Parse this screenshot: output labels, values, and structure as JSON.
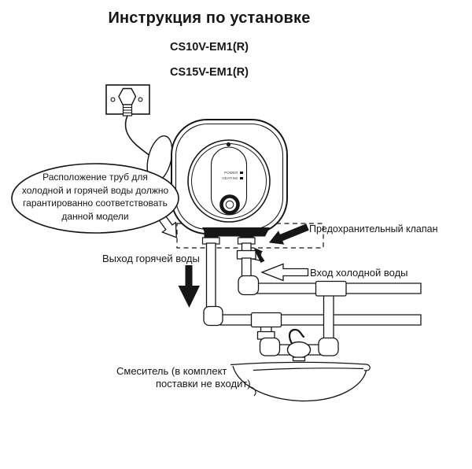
{
  "document": {
    "title": "Инструкция по установке",
    "models": [
      "CS10V-EM1(R)",
      "CS15V-EM1(R)"
    ]
  },
  "callout": {
    "lines": [
      "Расположение труб для",
      "холодной и горячей воды должно",
      "гарантированно соответствовать",
      "данной модели"
    ]
  },
  "device_panel": {
    "indicators": [
      {
        "label": "POWER"
      },
      {
        "label": "HEATING"
      }
    ]
  },
  "labels": {
    "hot_water_outlet": "Выход горячей воды",
    "safety_valve": "Предохранительный клапан",
    "cold_water_inlet": "Вход холодной воды",
    "mixer_line1": "Смеситель (в комплект",
    "mixer_line2": "поставки не входит)"
  },
  "colors": {
    "ink": "#161616",
    "background": "#ffffff"
  }
}
